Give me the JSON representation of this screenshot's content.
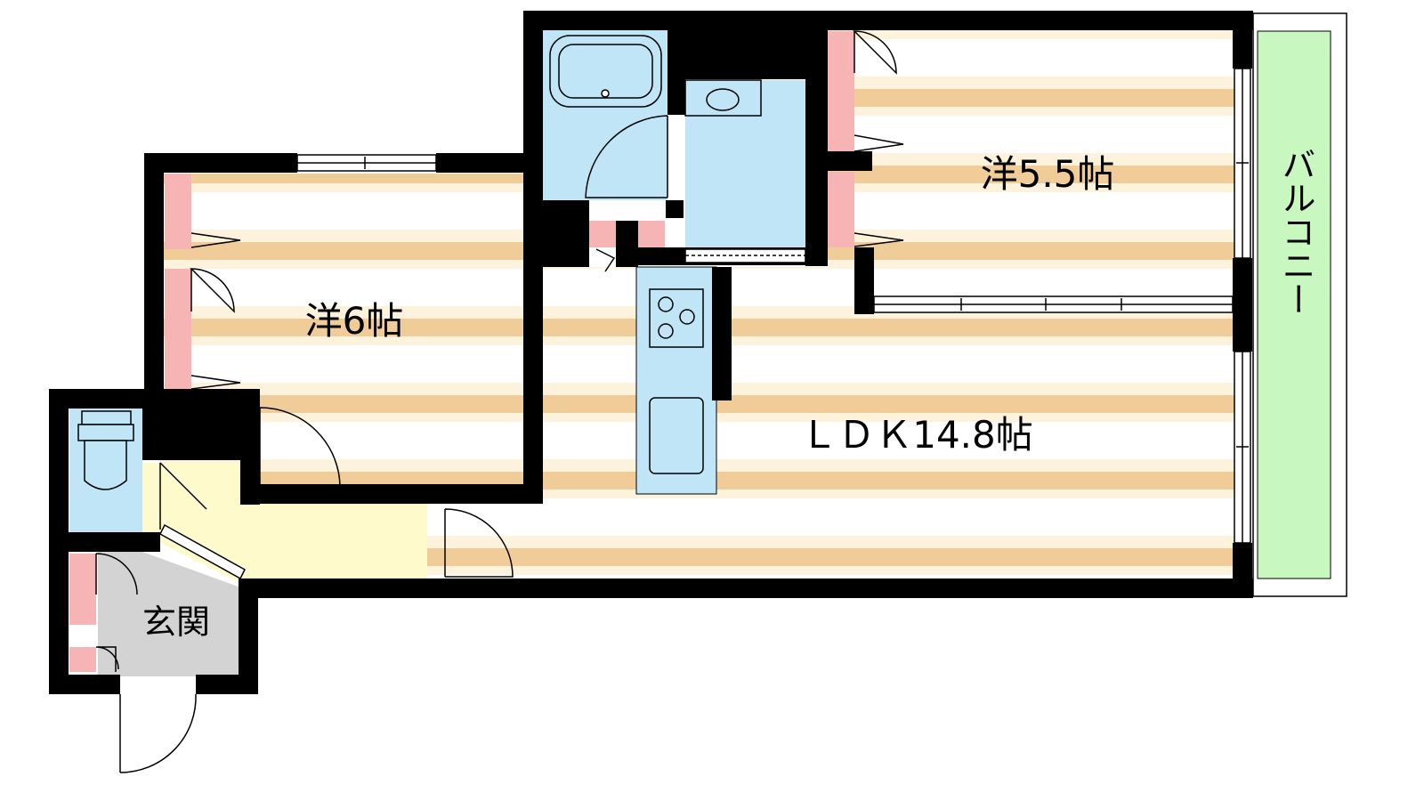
{
  "rooms": {
    "western_room_a": "洋6帖",
    "western_room_b": "洋5.5帖",
    "ldk": "ＬＤＫ14.8帖",
    "entrance": "玄関",
    "balcony": "バルコニー"
  },
  "colors": {
    "wall": "#000000",
    "floor_stripe": "#f0cd98",
    "floor_light": "#fdf2dc",
    "wet_area": "#bfe5f7",
    "hallway": "#fefacb",
    "entrance_floor": "#d3d3d3",
    "closet": "#f7b4b4",
    "balcony": "#c9f7c0"
  },
  "fixtures": [
    "bathtub-icon",
    "washbasin-icon",
    "toilet-icon",
    "stove-icon",
    "kitchen-sink-icon"
  ]
}
